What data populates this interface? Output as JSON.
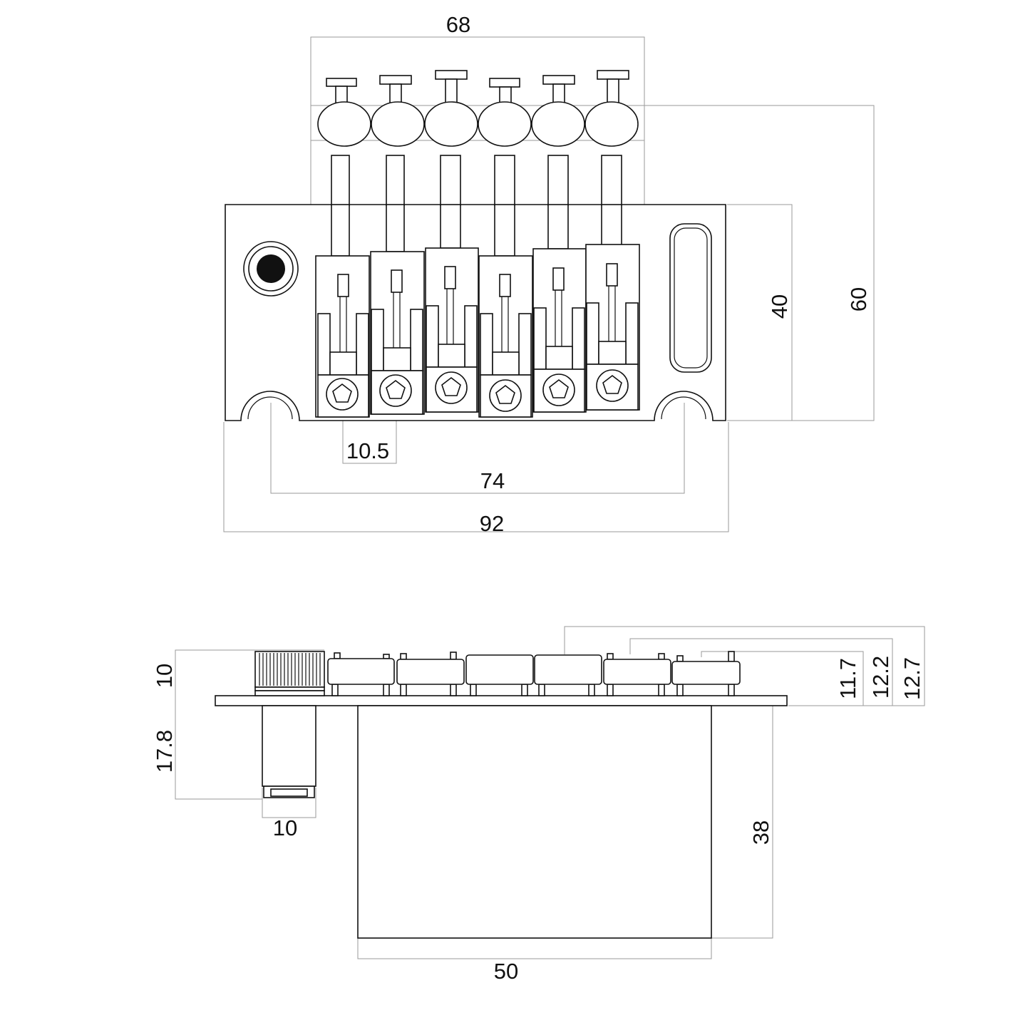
{
  "colors": {
    "line": "#111111",
    "dimension_line": "#9a9a9a",
    "background": "#ffffff"
  },
  "top_view": {
    "dimensions": {
      "string_spacing_total": "68",
      "depth_total": "60",
      "base_depth": "40",
      "saddle_pitch": "10.5",
      "post_spacing": "74",
      "base_width": "92"
    }
  },
  "side_view": {
    "dimensions": {
      "knob_height": "10",
      "stud_length": "17.8",
      "stud_diameter": "10",
      "saddle_height_low": "11.7",
      "saddle_height_mid": "12.2",
      "saddle_height_high": "12.7",
      "block_depth": "38",
      "block_width": "50"
    }
  }
}
